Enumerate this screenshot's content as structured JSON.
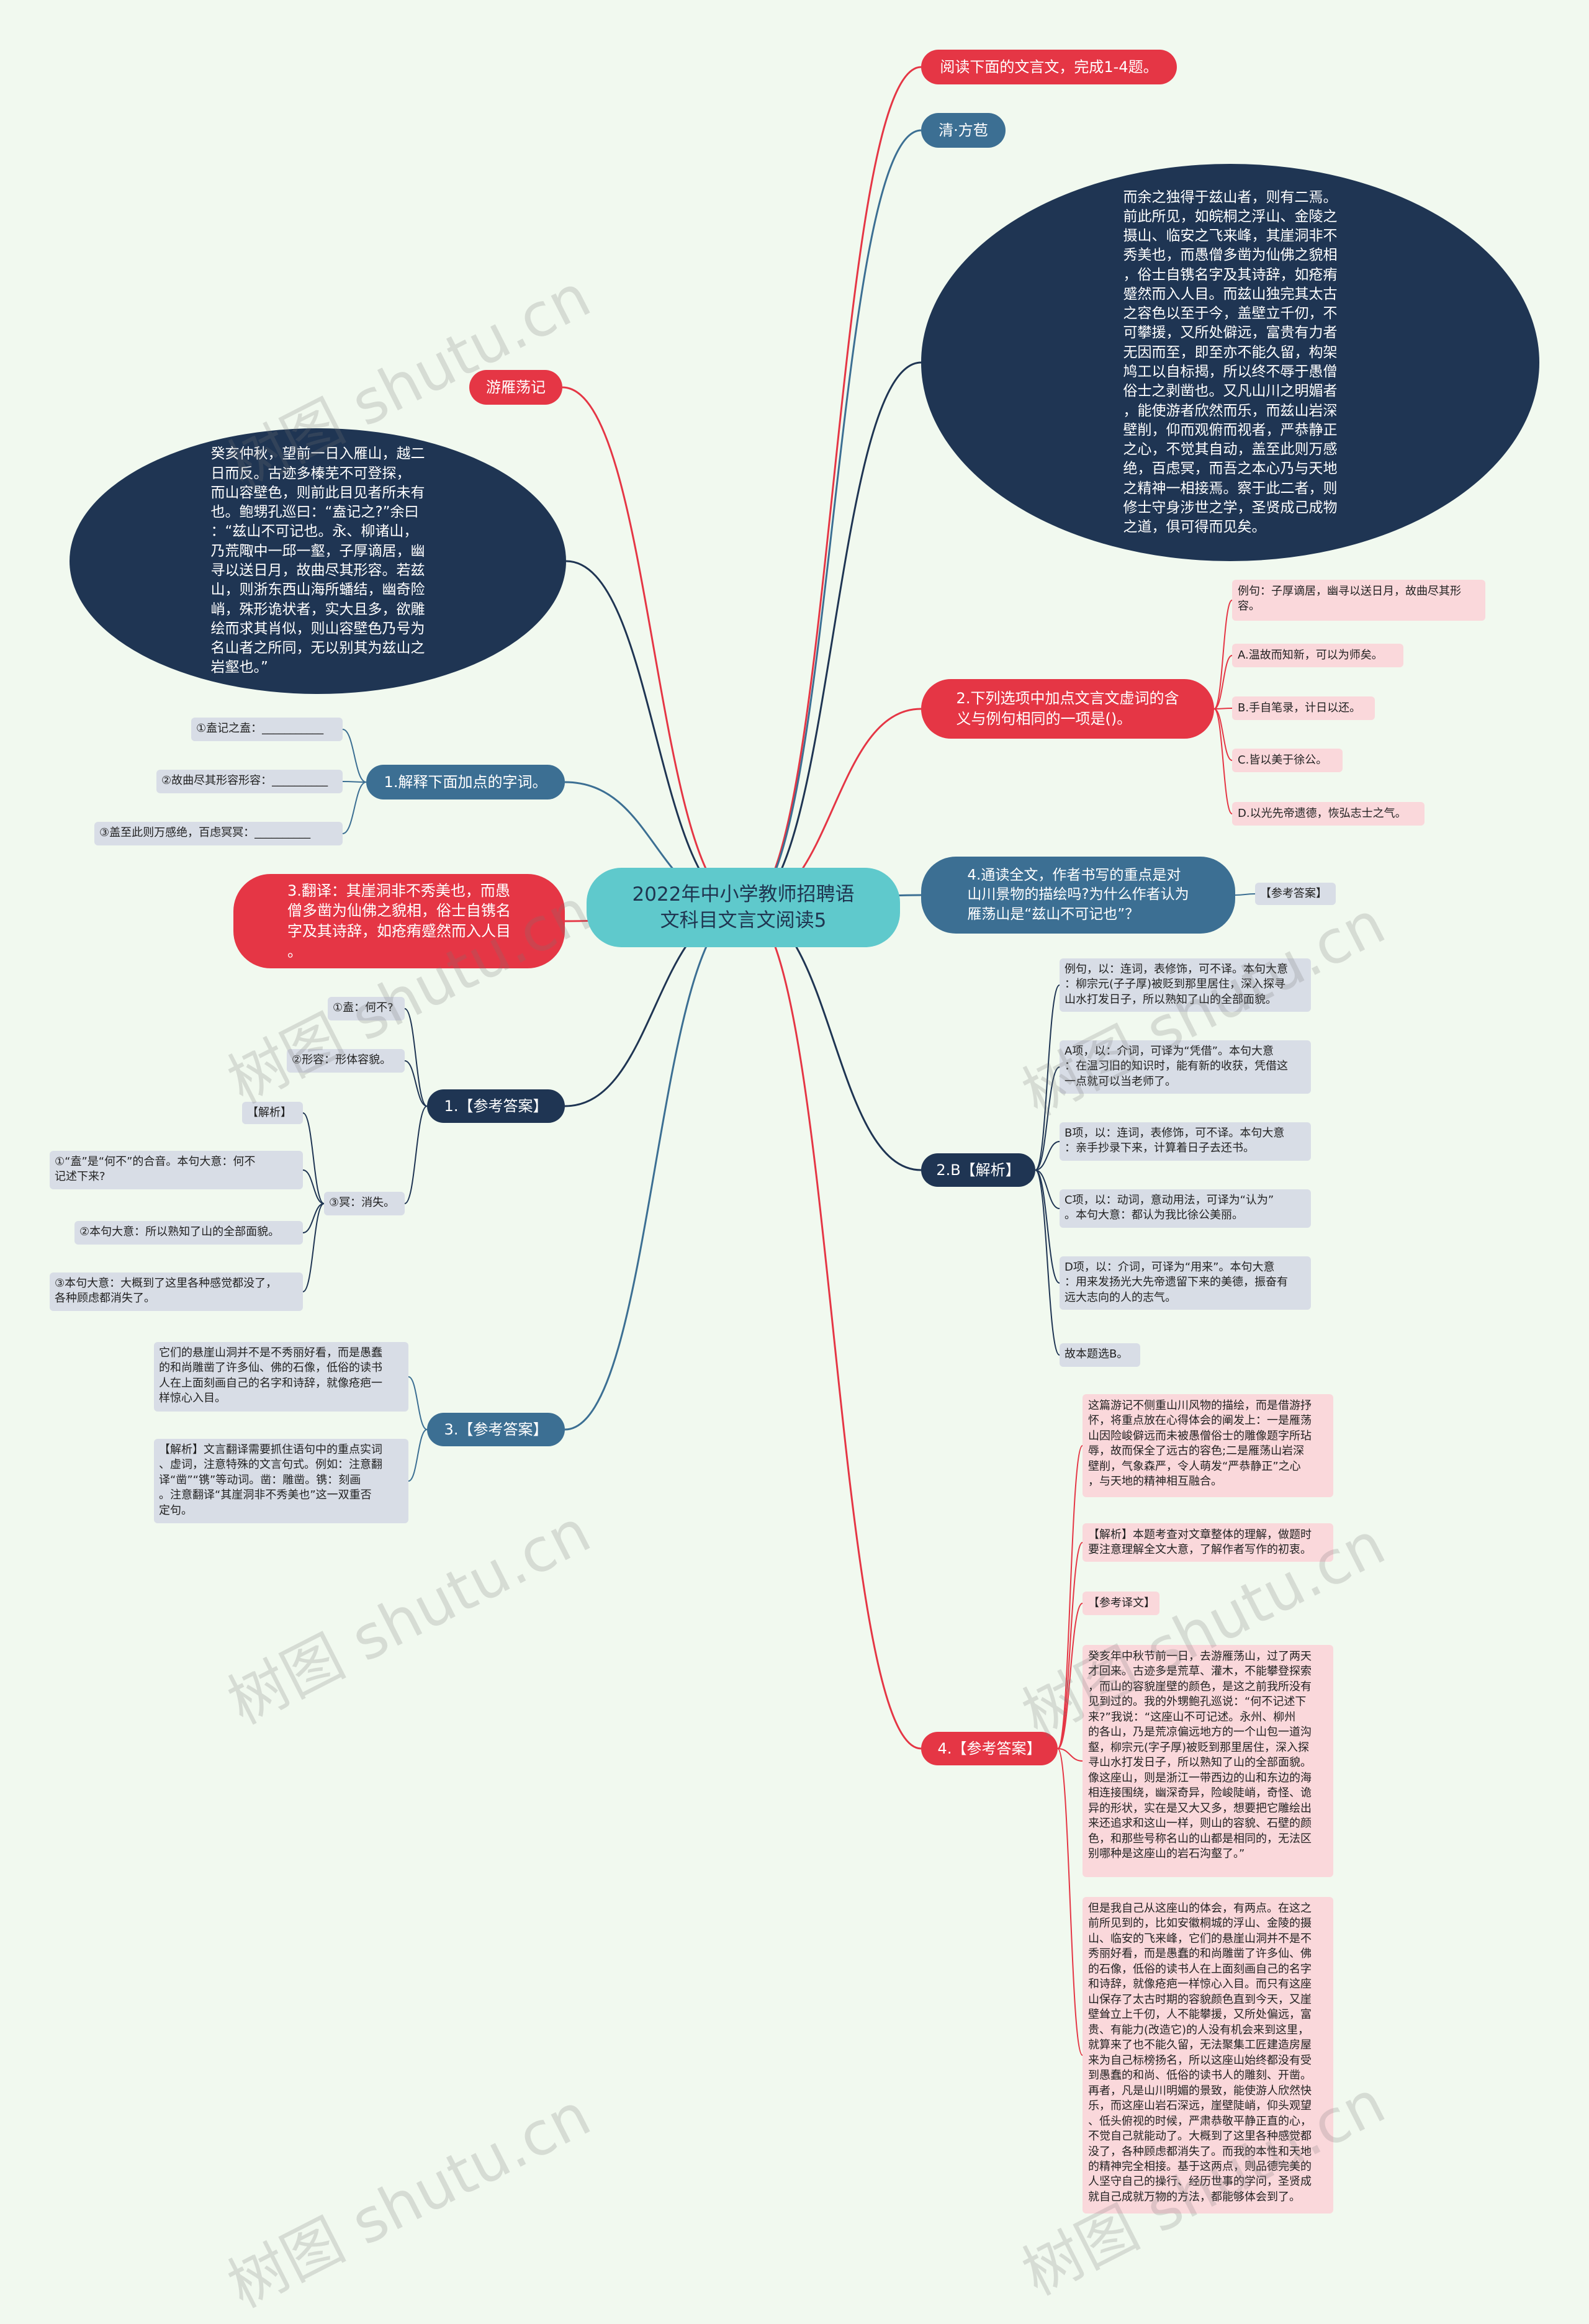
{
  "center": {
    "title": "2022年中小学教师招聘语\n文科目文言文阅读5"
  },
  "right": {
    "intro": "阅读下面的文言文，完成1-4题。",
    "author": "清·方苞",
    "passage_right": "而余之独得于兹山者，则有二焉。\n前此所见，如皖桐之浮山、金陵之\n摄山、临安之飞来峰，其崖洞非不\n秀美也，而愚僧多凿为仙佛之貌相\n，俗士自镌名字及其诗辞，如疮痏\n蹙然而入人目。而兹山独完其太古\n之容色以至于今，盖壁立千仞，不\n可攀援，又所处僻远，富贵有力者\n无因而至，即至亦不能久留，构架\n鸠工以自标揭，所以终不辱于愚僧\n俗士之剥凿也。又凡山川之明媚者\n，能使游者欣然而乐，而兹山岩深\n壁削，仰而观俯而视者，严恭静正\n之心，不觉其自动，盖至此则万感\n绝，百虑冥，而吾之本心乃与天地\n之精神一相接焉。察于此二者，则\n修士守身涉世之学，圣贤成己成物\n之道，俱可得而见矣。",
    "q2": "2.下列选项中加点文言文虚词的含\n义与例句相同的一项是()。",
    "q2_options": [
      "例句：子厚谪居，幽寻以送日月，故曲尽其形\n容。",
      "A.温故而知新，可以为师矣。",
      "B.手自笔录，计日以还。",
      "C.皆以美于徐公。",
      "D.以光先帝遗德，恢弘志士之气。"
    ],
    "q4": "4.通读全文，作者书写的重点是对\n山川景物的描绘吗?为什么作者认为\n雁荡山是“兹山不可记也”？",
    "q4_hint": "【参考答案】",
    "a2": "2.B【解析】",
    "a2_items": [
      "例句，以：连词，表修饰，可不译。本句大意\n：柳宗元(子子厚)被贬到那里居住，深入探寻\n山水打发日子，所以熟知了山的全部面貌。",
      "A项，以：介词，可译为“凭借”。本句大意\n：在温习旧的知识时，能有新的收获，凭借这\n一点就可以当老师了。",
      "B项，以：连词，表修饰，可不译。本句大意\n：亲手抄录下来，计算着日子去还书。",
      "C项，以：动词，意动用法，可译为“认为”\n。本句大意：都认为我比徐公美丽。",
      "D项，以：介词，可译为“用来”。本句大意\n：用来发扬光大先帝遗留下来的美德，振奋有\n远大志向的人的志气。",
      "故本题选B。"
    ],
    "a4": "4.【参考答案】",
    "a4_items": [
      "这篇游记不侧重山川风物的描绘，而是借游抒\n怀，将重点放在心得体会的阐发上：一是雁荡\n山因险峻僻远而未被愚僧俗士的雕像题字所玷\n辱，故而保全了远古的容色;二是雁荡山岩深\n壁削，气象森严，令人萌发“严恭静正”之心\n，与天地的精神相互融合。",
      "【解析】本题考查对文章整体的理解，做题时\n要注意理解全文大意，了解作者写作的初衷。",
      "【参考译文】",
      "癸亥年中秋节前一日，去游雁荡山，过了两天\n才回来。古迹多是荒草、灌木，不能攀登探索\n，而山的容貌崖壁的颜色，是这之前我所没有\n见到过的。我的外甥鲍孔巡说：“何不记述下\n来?”我说：“这座山不可记述。永州、柳州\n的各山，乃是荒凉偏远地方的一个山包一道沟\n壑，柳宗元(字子厚)被贬到那里居住，深入探\n寻山水打发日子，所以熟知了山的全部面貌。\n像这座山，则是浙江一带西边的山和东边的海\n相连接围绕，幽深奇异，险峻陡峭，奇怪、诡\n异的形状，实在是又大又多，想要把它雕绘出\n来还追求和这山一样，则山的容貌、石壁的颜\n色，和那些号称名山的山都是相同的，无法区\n别哪种是这座山的岩石沟壑了。”",
      "但是我自己从这座山的体会，有两点。在这之\n前所见到的，比如安徽桐城的浮山、金陵的摄\n山、临安的飞来峰，它们的悬崖山洞并不是不\n秀丽好看，而是愚蠢的和尚雕凿了许多仙、佛\n的石像，低俗的读书人在上面刻画自己的名字\n和诗辞，就像疮疤一样惊心入目。而只有这座\n山保存了太古时期的容貌颜色直到今天，又崖\n壁耸立上千仞，人不能攀援，又所处偏远，富\n贵、有能力(改造它)的人没有机会来到这里，\n就算来了也不能久留，无法聚集工匠建造房屋\n来为自己标榜扬名，所以这座山始终都没有受\n到愚蠢的和尚、低俗的读书人的雕刻、开凿。\n再者，凡是山川明媚的景致，能使游人欣然快\n乐，而这座山岩石深远，崖壁陡峭，仰头观望\n、低头俯视的时候，严肃恭敬平静正直的心，\n不觉自己就能动了。大概到了这里各种感觉都\n没了，各种顾虑都消失了。而我的本性和天地\n的精神完全相接。基于这两点，则品德完美的\n人坚守自己的操行、经历世事的学问，圣贤成\n就自己成就万物的方法，都能够体会到了。"
    ]
  },
  "left": {
    "title_tag": "游雁荡记",
    "passage_left": "癸亥仲秋，望前一日入雁山，越二\n日而反。古迹多榛芜不可登探，\n而山容壁色，则前此目见者所未有\n也。鲍甥孔巡曰：“盍记之?”余曰\n：“兹山不可记也。永、柳诸山，\n乃荒陬中一邱一壑，子厚谪居，幽\n寻以送日月，故曲尽其形容。若兹\n山，则浙东西山海所蟠结，幽奇险\n峭，殊形诡状者，实大且多，欲雕\n绘而求其肖似，则山容壁色乃号为\n名山者之所同，无以别其为兹山之\n岩壑也。”",
    "q1": "1.解释下面加点的字词。",
    "q1_items": [
      "①盍记之盍：___________",
      "②故曲尽其形容形容：__________",
      "③盖至此则万感绝，百虑冥冥：__________"
    ],
    "q3": "3.翻译：其崖洞非不秀美也，而愚\n僧多凿为仙佛之貌相，俗士自镌名\n字及其诗辞，如疮痏蹙然而入人目\n。",
    "a1": "1.【参考答案】",
    "a1_items": [
      "①盍：何不?",
      "②形容：形体容貌。",
      "③冥：消失。"
    ],
    "a1_sub_head": "【解析】",
    "a1_sub": [
      "①“盍”是“何不”的合音。本句大意：何不\n记述下来?",
      "②本句大意：所以熟知了山的全部面貌。",
      "③本句大意：大概到了这里各种感觉都没了，\n各种顾虑都消失了。"
    ],
    "a3": "3.【参考答案】",
    "a3_items": [
      "它们的悬崖山洞并不是不秀丽好看，而是愚蠢\n的和尚雕凿了许多仙、佛的石像，低俗的读书\n人在上面刻画自己的名字和诗辞，就像疮疤一\n样惊心入目。",
      "【解析】文言翻译需要抓住语句中的重点实词\n、虚词，注意特殊的文言句式。例如：注意翻\n译“凿”“镌”等动词。凿：雕凿。镌：刻画\n。注意翻译“其崖洞非不秀美也”这一双重否\n定句。"
    ]
  },
  "watermark": "树图 shutu.cn",
  "colors": {
    "background": "#f1f9ef",
    "center": "#5fc9cc",
    "navy": "#1f3553",
    "red": "#e53645",
    "blue": "#3c6f93",
    "gray_leaf": "#d8dde6",
    "pink_leaf": "#fad8db"
  }
}
